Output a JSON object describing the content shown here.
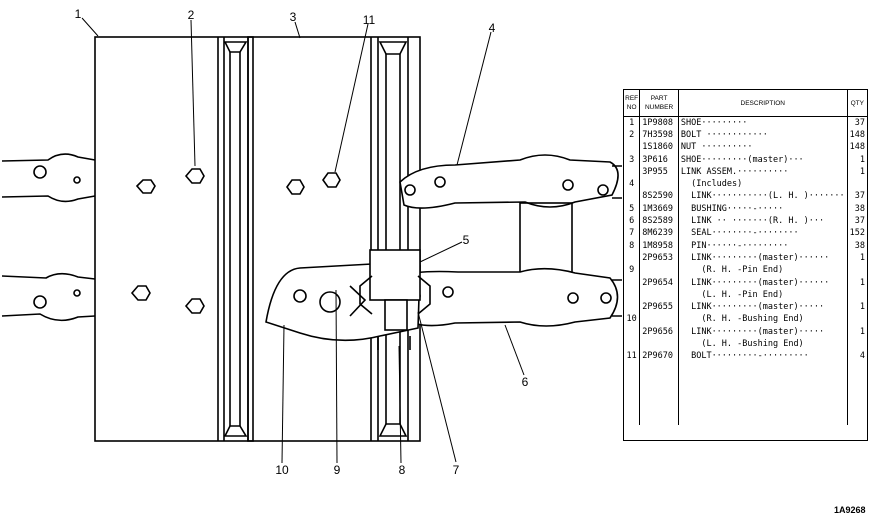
{
  "callouts": [
    "1",
    "2",
    "3",
    "11",
    "4",
    "5",
    "6",
    "7",
    "8",
    "9",
    "10"
  ],
  "parts_list": {
    "headers": {
      "ref": "REF NO",
      "part": "PART NUMBER",
      "desc": "DESCRIPTION",
      "qty": "QTY"
    },
    "rows": [
      {
        "ref": "1",
        "part": "1P9808",
        "desc": "SHOE·········",
        "qty": "37"
      },
      {
        "ref": "2",
        "part": "7H3598",
        "desc": "BOLT ············",
        "qty": "148"
      },
      {
        "ref": "",
        "part": "1S1860",
        "desc": "NUT ··········",
        "qty": "148"
      },
      {
        "ref": "3",
        "part": "3P616",
        "desc": "SHOE·········(master)···",
        "qty": "1"
      },
      {
        "ref": "",
        "part": "3P955",
        "desc": "LINK ASSEM.··········",
        "qty": "1"
      },
      {
        "ref": "4",
        "part": "",
        "desc": "  (Includes)",
        "qty": ""
      },
      {
        "ref": "",
        "part": "8S2590",
        "desc": "  LINK···········(L. H. )·······",
        "qty": "37"
      },
      {
        "ref": "5",
        "part": "1M3669",
        "desc": "  BUSHING·····-·····",
        "qty": "38"
      },
      {
        "ref": "6",
        "part": "8S2589",
        "desc": "  LINK ·· ·······(R. H. )···",
        "qty": "37"
      },
      {
        "ref": "7",
        "part": "8M6239",
        "desc": "  SEAL········-········",
        "qty": "152"
      },
      {
        "ref": "8",
        "part": "1M8958",
        "desc": "  PIN······-·········",
        "qty": "38"
      },
      {
        "ref": "",
        "part": "2P9653",
        "desc": "  LINK·········(master)······",
        "qty": "1"
      },
      {
        "ref": "9",
        "part": "",
        "desc": "    (R. H. -Pin End)",
        "qty": ""
      },
      {
        "ref": "",
        "part": "2P9654",
        "desc": "  LINK·········(master)······",
        "qty": "1"
      },
      {
        "ref": "",
        "part": "",
        "desc": "    (L. H. -Pin End)",
        "qty": ""
      },
      {
        "ref": "",
        "part": "2P9655",
        "desc": "  LINK·········(master)·····",
        "qty": "1"
      },
      {
        "ref": "10",
        "part": "",
        "desc": "    (R. H. -Bushing End)",
        "qty": ""
      },
      {
        "ref": "",
        "part": "2P9656",
        "desc": "  LINK·········(master)·····",
        "qty": "1"
      },
      {
        "ref": "",
        "part": "",
        "desc": "    (L. H. -Bushing End)",
        "qty": ""
      },
      {
        "ref": "11",
        "part": "2P9670",
        "desc": "  BOLT·········-·········",
        "qty": "4"
      }
    ]
  },
  "figure_number": "1A9268"
}
